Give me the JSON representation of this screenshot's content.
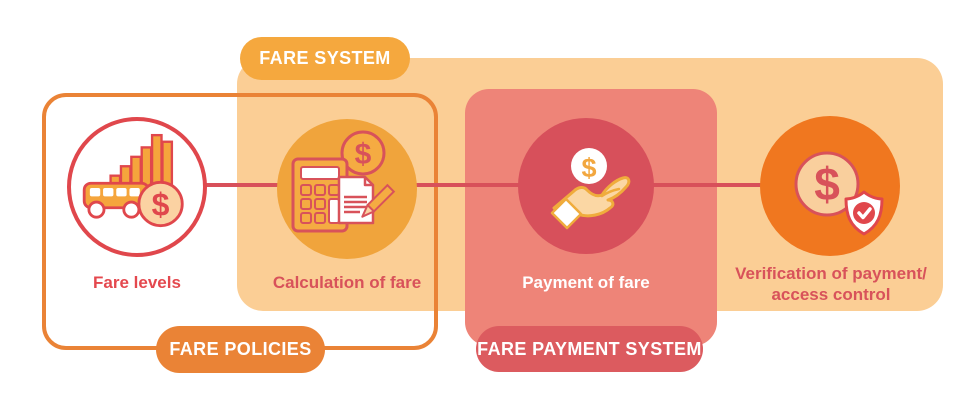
{
  "badges": {
    "fare_system": "FARE SYSTEM",
    "fare_policies": "FARE POLICIES",
    "fare_payment_system": "FARE PAYMENT SYSTEM"
  },
  "nodes": [
    {
      "id": "fare-levels",
      "label": "Fare levels"
    },
    {
      "id": "calculation-of-fare",
      "label": "Calculation of fare"
    },
    {
      "id": "payment-of-fare",
      "label": "Payment of fare"
    },
    {
      "id": "verification",
      "label": "Verification of payment/",
      "label2": "access control"
    }
  ],
  "glyphs": {
    "dollar": "$"
  },
  "colors": {
    "fare_system_badge": "#F5A83E",
    "fare_system_panel": "#FBCE95",
    "fare_policies_accent": "#EA8336",
    "fare_payment_panel": "#EE8478",
    "fare_payment_badge": "#DC5B5F",
    "connector_line": "#D8505A",
    "node_fare_levels_border": "#E0474C",
    "node_calculation_fill": "#F0A43C",
    "node_payment_fill": "#D7505B",
    "node_verification_fill": "#F0771F",
    "label_red": "#E4484E",
    "label_dark_red": "#D8525A",
    "label_white": "#FFFFFF"
  }
}
